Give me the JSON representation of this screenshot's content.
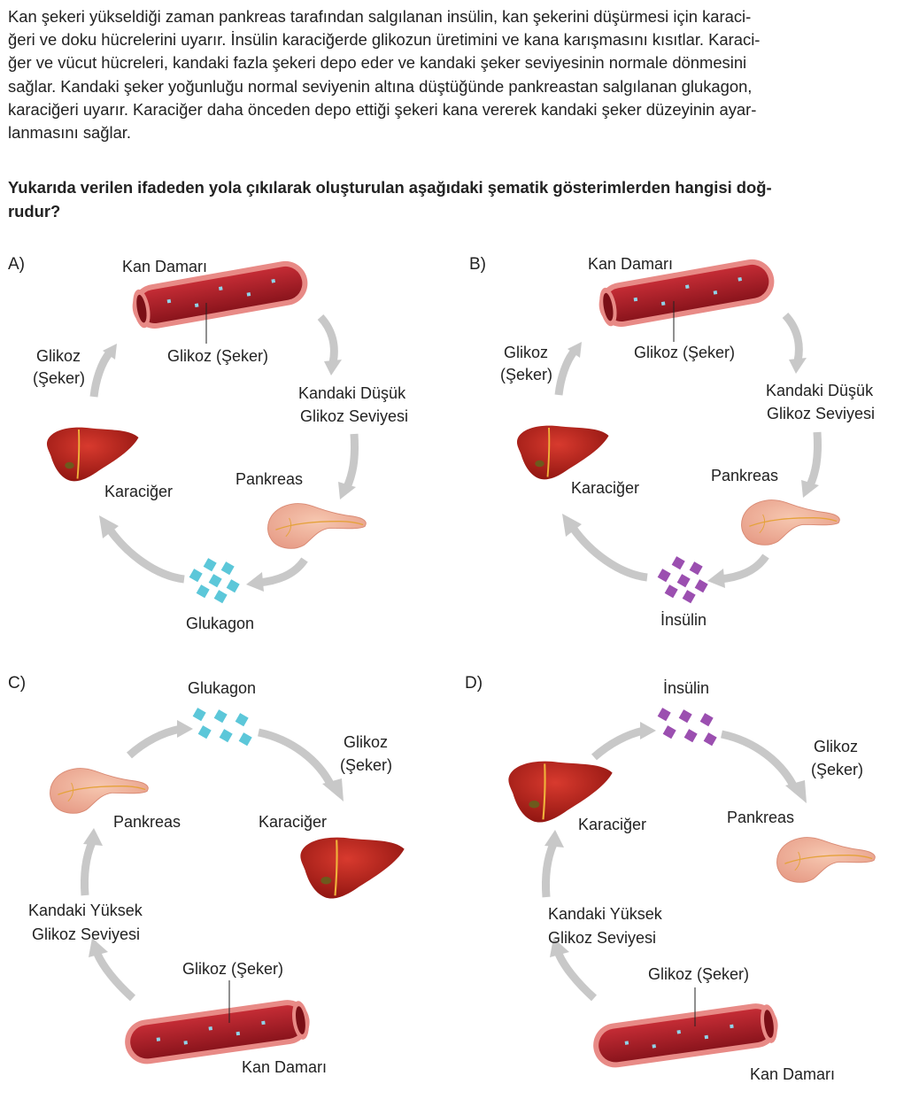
{
  "passage": {
    "lines": [
      "Kan şekeri yükseldiği zaman pankreas tarafından salgılanan insülin, kan şekerini düşürmesi için karaci-",
      "ğeri ve doku hücrelerini uyarır. İnsülin karaciğerde glikozun üretimini ve kana karışmasını kısıtlar. Karaci-",
      "ğer ve vücut hücreleri, kandaki fazla şekeri depo eder ve kandaki şeker seviyesinin normale dönmesini",
      "sağlar. Kandaki şeker yoğunluğu normal seviyenin altına düştüğünde pankreastan salgılanan glukagon,",
      "karaciğeri uyarır. Karaciğer daha önceden depo ettiği şekeri kana vererek kandaki şeker düzeyinin ayar-",
      "lanmasını sağlar."
    ]
  },
  "question": {
    "lines": [
      "Yukarıda verilen ifadeden yola çıkılarak oluşturulan aşağıdaki şematik gösterimlerden hangisi doğ-",
      "rudur?"
    ]
  },
  "options": {
    "a": {
      "letter": "A)",
      "vessel": "Kan Damarı",
      "glucose": "Glikoz (Şeker)",
      "glucose_side_1": "Glikoz",
      "glucose_side_2": "(Şeker)",
      "level_1": "Kandaki Düşük",
      "level_2": "Glikoz Seviyesi",
      "pancreas": "Pankreas",
      "liver": "Karaciğer",
      "hormone": "Glukagon",
      "hormone_color": "#5cc7d9"
    },
    "b": {
      "letter": "B)",
      "vessel": "Kan Damarı",
      "glucose": "Glikoz (Şeker)",
      "glucose_side_1": "Glikoz",
      "glucose_side_2": "(Şeker)",
      "level_1": "Kandaki Düşük",
      "level_2": "Glikoz Seviyesi",
      "pancreas": "Pankreas",
      "liver": "Karaciğer",
      "hormone": "İnsülin",
      "hormone_color": "#9b4fb0"
    },
    "c": {
      "letter": "C)",
      "hormone": "Glukagon",
      "hormone_color": "#5cc7d9",
      "glucose_side_1": "Glikoz",
      "glucose_side_2": "(Şeker)",
      "pancreas": "Pankreas",
      "liver": "Karaciğer",
      "level_1": "Kandaki Yüksek",
      "level_2": "Glikoz Seviyesi",
      "glucose": "Glikoz (Şeker)",
      "vessel": "Kan Damarı"
    },
    "d": {
      "letter": "D)",
      "hormone": "İnsülin",
      "hormone_color": "#9b4fb0",
      "glucose_side_1": "Glikoz",
      "glucose_side_2": "(Şeker)",
      "liver": "Karaciğer",
      "pancreas": "Pankreas",
      "level_1": "Kandaki Yüksek",
      "level_2": "Glikoz Seviyesi",
      "glucose": "Glikoz (Şeker)",
      "vessel": "Kan Damarı"
    }
  },
  "colors": {
    "arrow": "#c8c8c8",
    "vessel_outer": "#e88a86",
    "blood": "#b3202a",
    "liver": "#c0231d",
    "pancreas": "#f2b49b",
    "glucose_dot": "#8fd3e8"
  }
}
